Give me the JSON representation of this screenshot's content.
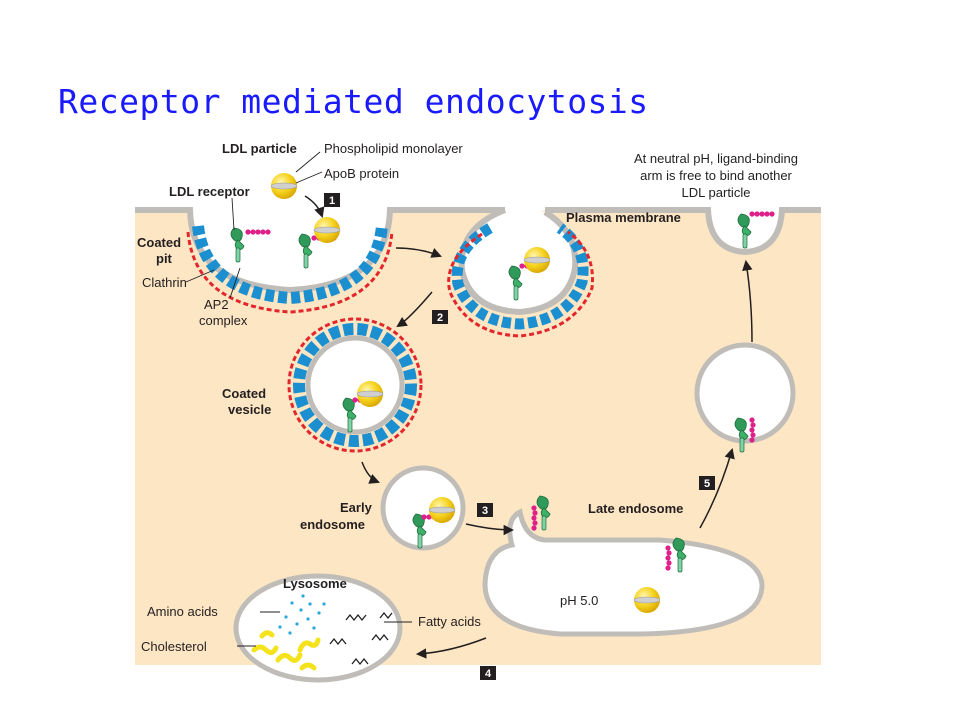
{
  "title": "Receptor mediated endocytosis",
  "labels": {
    "ldl_particle": "LDL particle",
    "phospholipid_monolayer": "Phospholipid monolayer",
    "apob_protein": "ApoB protein",
    "ldl_receptor": "LDL receptor",
    "coated_pit_1": "Coated",
    "coated_pit_2": "pit",
    "clathrin": "Clathrin",
    "ap2_1": "AP2",
    "ap2_2": "complex",
    "plasma_membrane": "Plasma membrane",
    "neutral_1": "At neutral pH, ligand-binding",
    "neutral_2": "arm is free to bind another",
    "neutral_3": "LDL particle",
    "coated_vesicle_1": "Coated",
    "coated_vesicle_2": "vesicle",
    "early_endosome_1": "Early",
    "early_endosome_2": "endosome",
    "late_endosome": "Late endosome",
    "ph": "pH 5.0",
    "lysosome": "Lysosome",
    "amino_acids": "Amino acids",
    "cholesterol": "Cholesterol",
    "fatty_acids": "Fatty acids"
  },
  "steps": [
    "1",
    "2",
    "3",
    "4",
    "5"
  ],
  "colors": {
    "title": "#1a1aff",
    "cytoplasm": "#fde6c4",
    "membrane": "#c0bdb8",
    "clathrin": "#e3262c",
    "ap2": "#1b8fd0",
    "receptor": "#2f9a59",
    "apob": "#e0208a",
    "ldl": "#f6d21c",
    "amino": "#2aa8d8",
    "cholesterol": "#f4e21a"
  }
}
